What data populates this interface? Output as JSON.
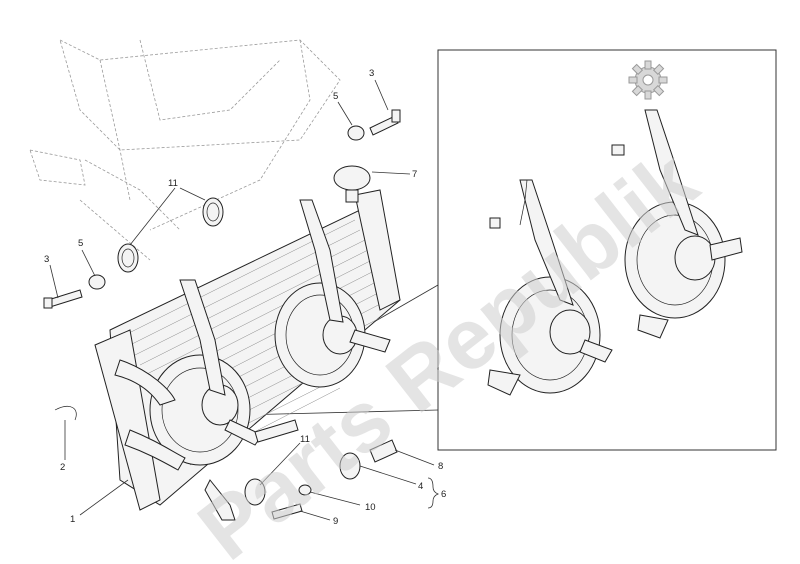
{
  "diagram": {
    "callouts": {
      "c1": "1",
      "c2": "2",
      "c3a": "3",
      "c3b": "3",
      "c4": "4",
      "c5a": "5",
      "c5b": "5",
      "c6": "6",
      "c7": "7",
      "c8": "8",
      "c9": "9",
      "c10": "10",
      "c11a": "11",
      "c11b": "11"
    },
    "watermark": "Parts Republik",
    "colors": {
      "line": "#222222",
      "frame": "#9a9a9a",
      "watermark": "#cfcfcf"
    },
    "icon": "gear-icon"
  }
}
